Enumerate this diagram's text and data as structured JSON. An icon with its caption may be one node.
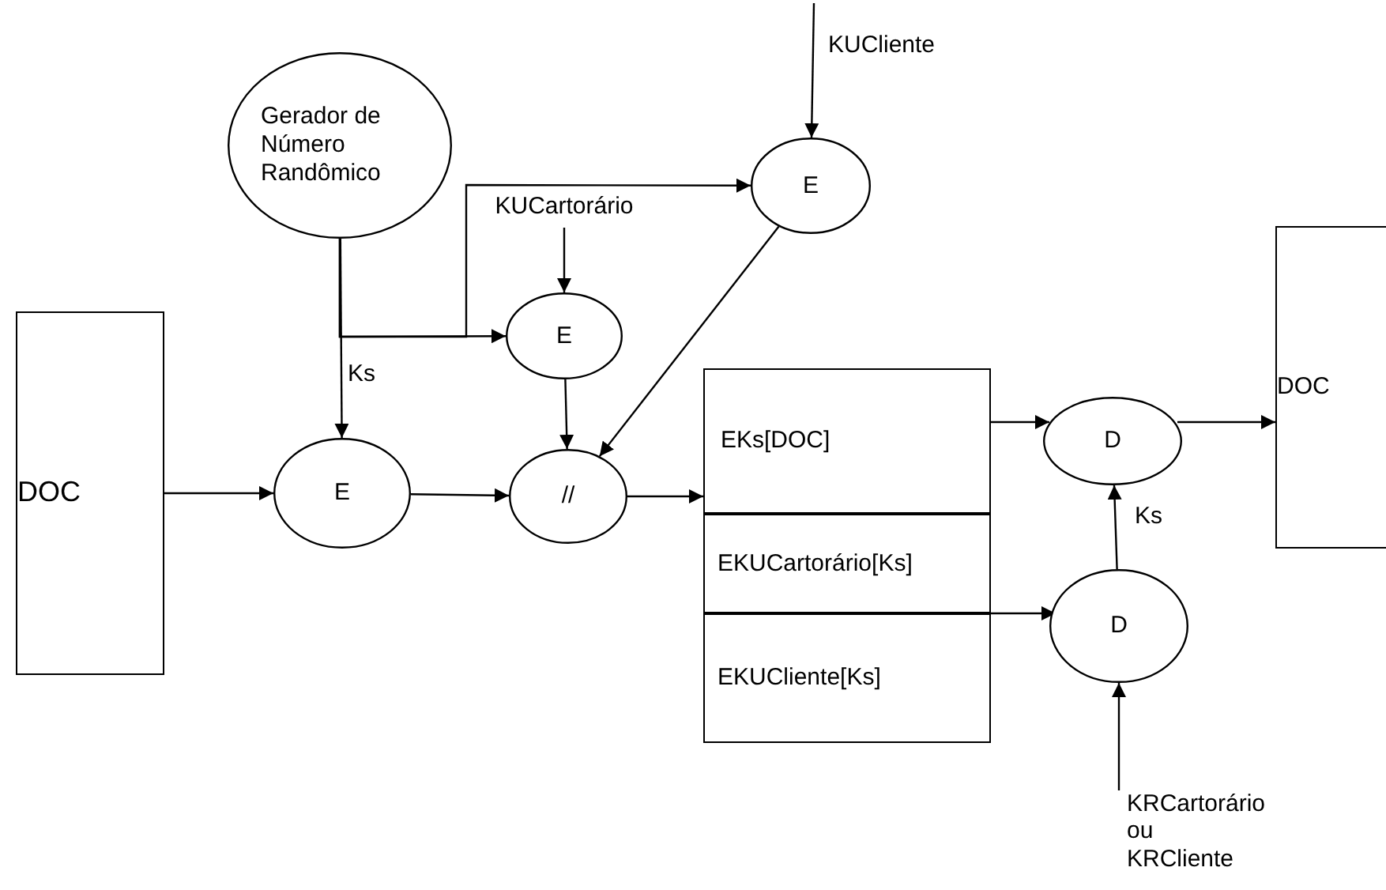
{
  "diagram": {
    "nodes": [
      {
        "text": [
          "KUCliente"
        ]
      },
      {
        "text": [
          "Gerador de Número Randômico"
        ]
      },
      {
        "text": [
          "E"
        ]
      },
      {
        "text": [
          "KUCartorário"
        ]
      },
      {
        "text": [
          "E"
        ]
      },
      {
        "text": [
          "DOC"
        ]
      },
      {
        "text": [
          "E"
        ]
      },
      {
        "text": [
          "//"
        ]
      },
      {
        "text": [
          "EKs[DOC]"
        ]
      },
      {
        "text": [
          "EKUCartorário[Ks]"
        ]
      },
      {
        "text": [
          "EKUCliente[Ks]"
        ]
      },
      {
        "text": [
          "D"
        ]
      },
      {
        "text": [
          "DOC"
        ]
      },
      {
        "text": [
          "D"
        ]
      },
      {
        "text": [
          "KRCartorário ou KRCliente"
        ]
      }
    ],
    "edges": [
      {
        "from": 5,
        "to": 6,
        "arrow": "to"
      },
      {
        "from": 1,
        "to": 6,
        "arrow": "to",
        "label": "Ks"
      },
      {
        "from": 1,
        "to": 4,
        "arrow": "to"
      },
      {
        "from": 1,
        "to": 2,
        "arrow": "to"
      },
      {
        "from": 0,
        "to": 2,
        "arrow": "to"
      },
      {
        "from": 3,
        "to": 4,
        "arrow": "to"
      },
      {
        "from": 4,
        "to": 7,
        "arrow": "to"
      },
      {
        "from": 2,
        "to": 7,
        "arrow": "to"
      },
      {
        "from": 6,
        "to": 7,
        "arrow": "to"
      },
      {
        "from": 7,
        "to": 8,
        "arrow": "to"
      },
      {
        "from": 8,
        "to": 11,
        "arrow": "to"
      },
      {
        "from": 11,
        "to": 12,
        "arrow": "to"
      },
      {
        "from": 9,
        "to": 13,
        "arrow": "to"
      },
      {
        "from": 13,
        "to": 11,
        "arrow": "to",
        "label": "Ks"
      },
      {
        "from": 14,
        "to": 13,
        "arrow": "to"
      }
    ]
  }
}
